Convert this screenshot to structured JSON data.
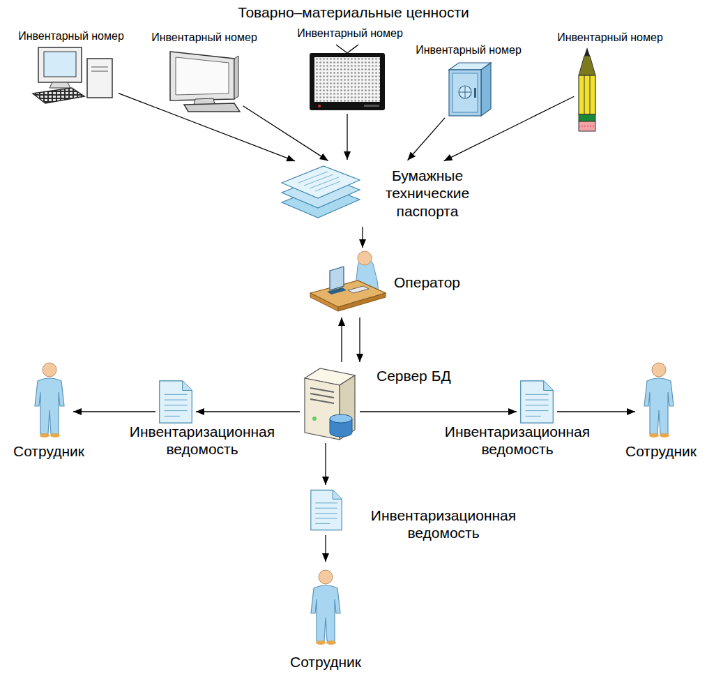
{
  "diagram": {
    "title": "Товарно–материальные ценности",
    "nodes": [
      {
        "text": [
          "Инвентарный номер"
        ]
      },
      {
        "text": [
          "Инвентарный номер"
        ]
      },
      {
        "text": [
          "Инвентарный номер"
        ]
      },
      {
        "text": [
          "Инвентарный номер"
        ]
      },
      {
        "text": [
          "Инвентарный номер"
        ]
      },
      {
        "text": [
          "Бумажные технические паспорта"
        ]
      },
      {
        "text": [
          "Оператор"
        ]
      },
      {
        "text": [
          "Сервер БД"
        ]
      },
      {
        "text": [
          "Сотрудник"
        ]
      },
      {
        "text": [
          "Инвентаризационная ведомость"
        ]
      },
      {
        "text": [
          "Инвентаризационная ведомость"
        ]
      },
      {
        "text": [
          "Сотрудник"
        ]
      },
      {
        "text": [
          "Инвентаризационная ведомость"
        ]
      },
      {
        "text": [
          "Сотрудник"
        ]
      }
    ],
    "edges": [
      {
        "from": 0,
        "to": 5,
        "arrow": "to"
      },
      {
        "from": 1,
        "to": 5,
        "arrow": "to"
      },
      {
        "from": 2,
        "to": 5,
        "arrow": "to"
      },
      {
        "from": 3,
        "to": 5,
        "arrow": "to"
      },
      {
        "from": 4,
        "to": 5,
        "arrow": "to"
      },
      {
        "from": 5,
        "to": 6,
        "arrow": "to"
      },
      {
        "from": 6,
        "to": 7,
        "arrow": "to"
      },
      {
        "from": 7,
        "to": 6,
        "arrow": "to"
      },
      {
        "from": 7,
        "to": 9,
        "arrow": "to"
      },
      {
        "from": 9,
        "to": 8,
        "arrow": "to"
      },
      {
        "from": 7,
        "to": 10,
        "arrow": "to"
      },
      {
        "from": 10,
        "to": 11,
        "arrow": "to"
      },
      {
        "from": 7,
        "to": 12,
        "arrow": "to"
      },
      {
        "from": 12,
        "to": 13,
        "arrow": "to"
      }
    ]
  }
}
